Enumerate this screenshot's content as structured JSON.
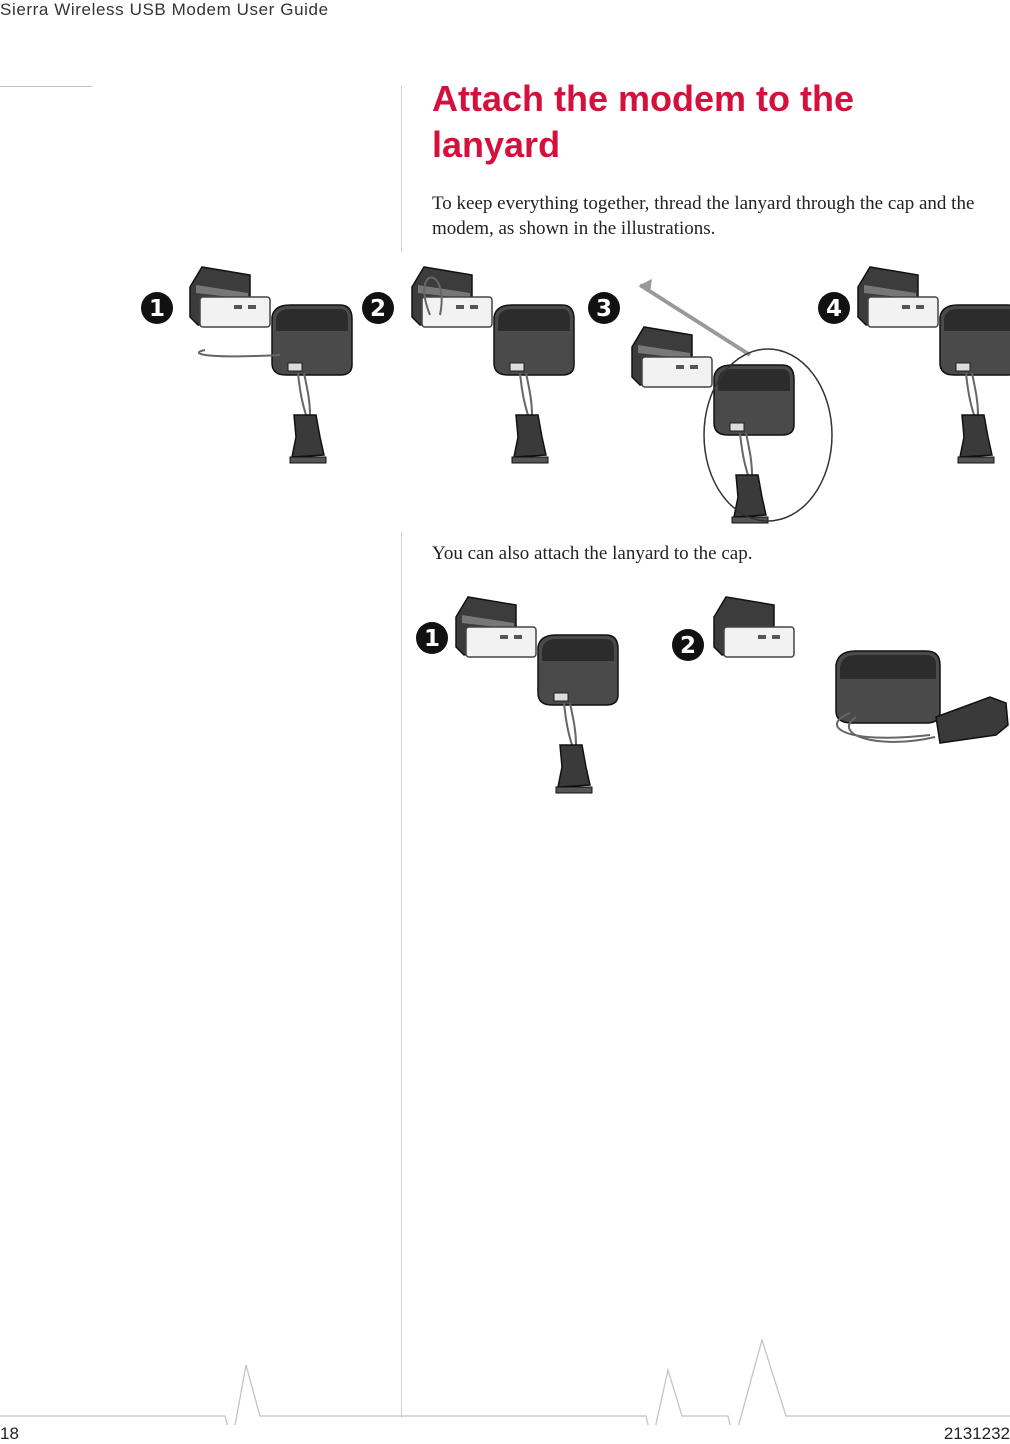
{
  "header": {
    "running_title": "Sierra Wireless USB Modem User Guide"
  },
  "section": {
    "title": "Attach the modem to the lanyard",
    "intro": "To keep everything together, thread the lanyard through the cap and the modem, as shown in the illustrations.",
    "cap_note": "You can also attach the lanyard to the cap."
  },
  "figure_steps": {
    "steps": [
      "1",
      "2",
      "3",
      "4"
    ]
  },
  "figure_cap": {
    "steps": [
      "1",
      "2"
    ]
  },
  "footer": {
    "page_number": "18",
    "doc_number": "2131232"
  },
  "colors": {
    "title_red": "#d5103c",
    "device_dark": "#4a4a4a"
  }
}
